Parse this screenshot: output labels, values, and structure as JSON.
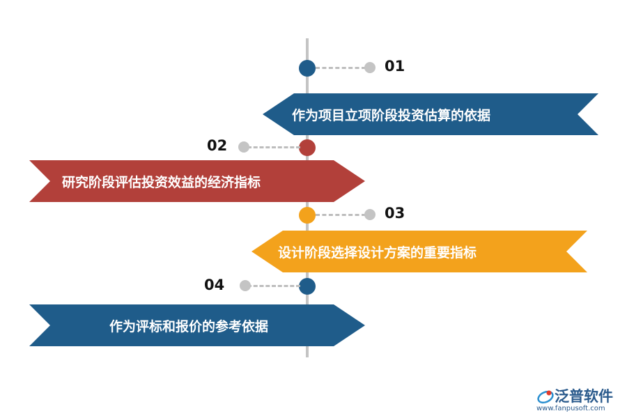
{
  "colors": {
    "blue": "#1f5c8a",
    "red": "#b2403a",
    "orange": "#f3a21c",
    "gray": "#c4c4c4"
  },
  "steps": [
    {
      "number": "01",
      "text": "作为项目立项阶段投资估算的依据",
      "color": "#1f5c8a"
    },
    {
      "number": "02",
      "text": "研究阶段评估投资效益的经济指标",
      "color": "#b2403a"
    },
    {
      "number": "03",
      "text": "设计阶段选择设计方案的重要指标",
      "color": "#f3a21c"
    },
    {
      "number": "04",
      "text": "作为评标和报价的参考依据",
      "color": "#1f5c8a"
    }
  ],
  "logo": {
    "name": "泛普软件",
    "url": "www.fanpusoft.com",
    "icon": "fanpu-logo-icon"
  }
}
